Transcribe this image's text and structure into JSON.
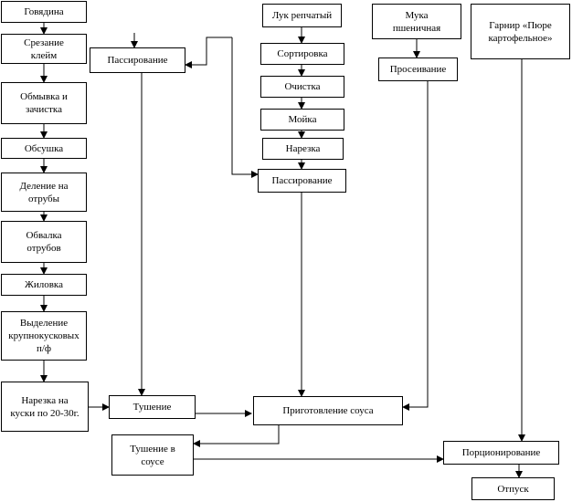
{
  "nodes": {
    "beef": "Говядина",
    "trim_edges": "Срезание\nклейм",
    "wash_clean": "Обмывка и\nзачистка",
    "dry": "Обсушка",
    "cut_cuts": "Деление на\nотрубы",
    "debone": "Обвалка\nотрубов",
    "sinew": "Жиловка",
    "large_pieces": "Выделение\nкрупнокусковых\nп/ф",
    "slice_pieces": "Нарезка на\nкуски по 20-30г.",
    "saute_top": "Пассирование",
    "onion": "Лук репчатый",
    "sorting": "Сортировка",
    "peeling": "Очистка",
    "washing": "Мойка",
    "onion_cut": "Нарезка",
    "saute_mid": "Пассирование",
    "flour": "Мука\nпшеничная",
    "sifting": "Просеивание",
    "garnish": "Гарнир «Пюре\nкартофельное»",
    "stewing": "Тушение",
    "sauce_prep": "Приготовление соуса",
    "stewed_in_sauce": "Тушение в\nсоусе",
    "portioning": "Порционирование",
    "serving": "Отпуск"
  },
  "colors": {
    "line": "#000000",
    "box_border": "#000000",
    "box_fill": "#ffffff"
  }
}
